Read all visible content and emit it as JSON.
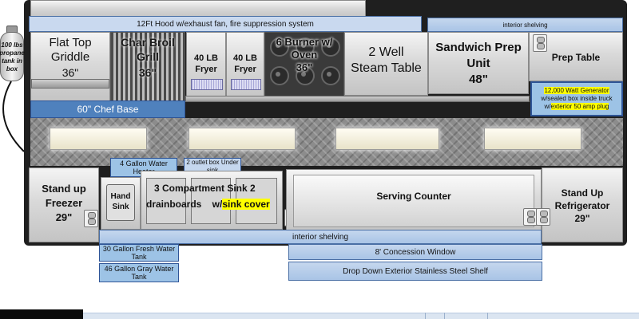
{
  "colors": {
    "blue_fill": "#9dc3e6",
    "blue_border": "#2f5597",
    "highlight": "#ffff00",
    "truck_frame": "#1f1f1f",
    "floor": "#8c8c8c"
  },
  "top_labels": {
    "hood": "12Ft Hood w/exhaust fan, fire suppression system",
    "interior_shelving_top": "interior shelving"
  },
  "propane": {
    "text": "100 lbs propane tank in box"
  },
  "equipment_top": {
    "griddle_line1": "Flat Top",
    "griddle_line2": "Griddle",
    "griddle_size": "36\"",
    "charbroil_line1": "Char Broil",
    "charbroil_line2": "Grill",
    "charbroil_size": "36\"",
    "fryer1_line1": "40 LB",
    "fryer1_line2": "Fryer",
    "fryer2_line1": "40 LB",
    "fryer2_line2": "Fryer",
    "burner_line1": "6 Burner w/",
    "burner_line2": "Oven",
    "burner_size": "36\"",
    "steam_line1": "2 Well",
    "steam_line2": "Steam Table",
    "sandwich_line1": "Sandwich Prep",
    "sandwich_line2": "Unit",
    "sandwich_size": "48\"",
    "prep_table": "Prep Table"
  },
  "chef_base": "60\" Chef Base",
  "generator": {
    "part1": "12,000 Watt  Generator",
    "part2": "w/sealed box inside truck",
    "part3_prefix": "w/",
    "part3_highlight": "exterior 50 amp plug"
  },
  "bottom_equipment": {
    "freezer_line1": "Stand up",
    "freezer_line2": "Freezer",
    "freezer_size": "29\"",
    "water_heater": "4 Gallon Water Heater",
    "outlet_box": "2 outlet box Under sink",
    "hand_sink_line1": "Hand",
    "hand_sink_line2": "Sink",
    "sink_line1": "3 Compartment  Sink 2",
    "sink_line2_prefix": "drainboards    w/",
    "sink_line2_highlight": "sink cover",
    "serving_counter": "Serving Counter",
    "refrigerator_line1": "Stand Up",
    "refrigerator_line2": "Refrigerator",
    "refrigerator_size": "29\""
  },
  "bottom_labels": {
    "interior_shelving_bottom": "interior shelving",
    "fresh_water": "30 Gallon Fresh Water Tank",
    "gray_water": "46 Gallon Gray Water Tank",
    "concession_window": "8' Concession Window",
    "drop_down_shelf": "Drop Down Exterior Stainless Steel Shelf"
  }
}
